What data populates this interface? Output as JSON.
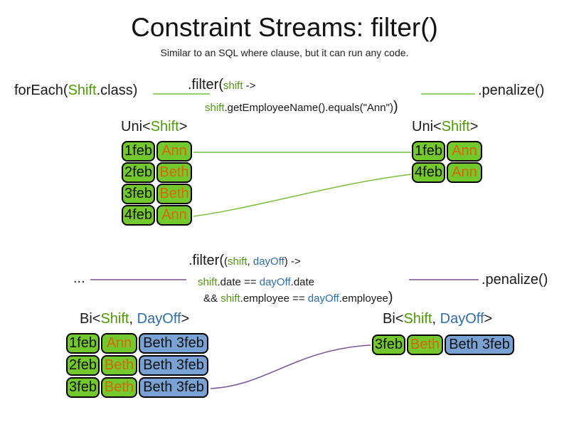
{
  "title": "Constraint Streams: filter()",
  "subtitle": "Similar to an SQL where clause, but it can run any code.",
  "colors": {
    "cell_green": "#73c82e",
    "cell_blue": "#78a1d4",
    "code_green": "#4e9a06",
    "code_blue": "#2e6da9",
    "name_orange": "#d9650c",
    "line_green": "#79bf3f",
    "line_purple": "#7a5299"
  },
  "uni": {
    "source": {
      "pre": "forEach(",
      "type": "Shift",
      "post": ".class)"
    },
    "filter": {
      "open": ".filter(",
      "param": "shift",
      "arrow": " ->",
      "body_param": "shift",
      "body_rest": ".getEmployeeName().equals(\"Ann\")",
      "close": ")"
    },
    "penalize": ".penalize()",
    "left_label": {
      "pre": "Uni<",
      "type": "Shift",
      "post": ">"
    },
    "right_label": {
      "pre": "Uni<",
      "type": "Shift",
      "post": ">"
    },
    "left_rows": [
      {
        "date": "1feb",
        "name": "Ann"
      },
      {
        "date": "2feb",
        "name": "Beth"
      },
      {
        "date": "3feb",
        "name": "Beth"
      },
      {
        "date": "4feb",
        "name": "Ann"
      }
    ],
    "right_rows": [
      {
        "date": "1feb",
        "name": "Ann"
      },
      {
        "date": "4feb",
        "name": "Ann"
      }
    ]
  },
  "bi": {
    "source": "...",
    "filter": {
      "open": ".filter(",
      "paren": "(",
      "param1": "shift",
      "comma": ", ",
      "param2": "dayOff",
      "paren_close": ")",
      "arrow": " ->",
      "l2_shift": "shift",
      "l2_mid": ".date == ",
      "l2_dayoff": "dayOff",
      "l2_end": ".date",
      "l3_amp": "&& ",
      "l3_shift": "shift",
      "l3_mid": ".employee == ",
      "l3_dayoff": "dayOff",
      "l3_end": ".employee",
      "close": ")"
    },
    "penalize": ".penalize()",
    "left_label": {
      "pre": "Bi<",
      "shift": "Shift",
      "comma": ", ",
      "dayoff": "DayOff",
      "post": ">"
    },
    "right_label": {
      "pre": "Bi<",
      "shift": "Shift",
      "comma": ", ",
      "dayoff": "DayOff",
      "post": ">"
    },
    "left_rows": [
      {
        "date": "1feb",
        "name": "Ann",
        "dayoff": "Beth 3feb"
      },
      {
        "date": "2feb",
        "name": "Beth",
        "dayoff": "Beth 3feb"
      },
      {
        "date": "3feb",
        "name": "Beth",
        "dayoff": "Beth 3feb"
      }
    ],
    "right_rows": [
      {
        "date": "3feb",
        "name": "Beth",
        "dayoff": "Beth 3feb"
      }
    ]
  }
}
